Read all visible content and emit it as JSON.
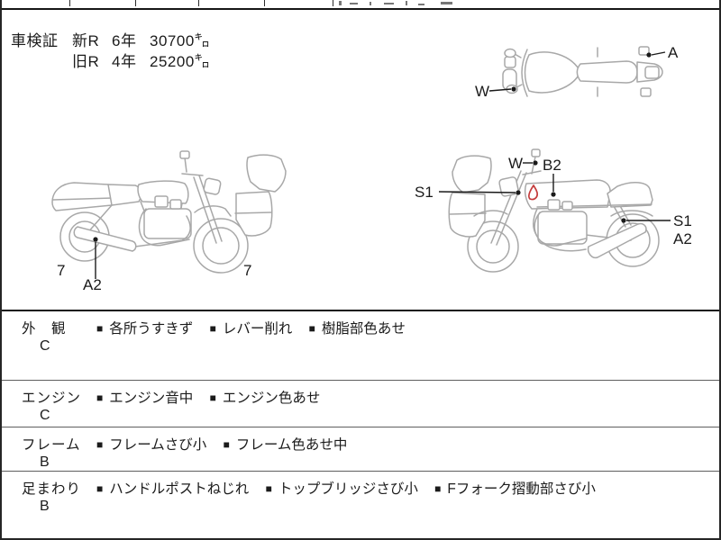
{
  "vehicle_cert": {
    "label": "車検証",
    "rows": [
      {
        "reg": "新R",
        "years": "6年",
        "mileage": "30700㌔"
      },
      {
        "reg": "旧R",
        "years": "4年",
        "mileage": "25200㌔"
      }
    ]
  },
  "diagram_labels": {
    "top_view": {
      "w": "W",
      "a": "A"
    },
    "left_view": {
      "rear_grade": "7",
      "a2": "A2",
      "front_grade": "7"
    },
    "right_view": {
      "s1_front": "S1",
      "w": "W",
      "b2": "B2",
      "s1_rear": "S1",
      "a2_rear": "A2"
    }
  },
  "marks": {
    "red_paint_color": "#c43b3b"
  },
  "condition_table": {
    "bullet": "■",
    "rows": [
      {
        "category": "外　観",
        "grade": "C",
        "notes": [
          "各所うすきず",
          "レバー削れ",
          "樹脂部色あせ"
        ]
      },
      {
        "category": "エンジン",
        "grade": "C",
        "notes": [
          "エンジン音中",
          "エンジン色あせ"
        ]
      },
      {
        "category": "フレーム",
        "grade": "B",
        "notes": [
          "フレームさび小",
          "フレーム色あせ中"
        ]
      },
      {
        "category": "足まわり",
        "grade": "B",
        "notes": [
          "ハンドルポストねじれ",
          "トップブリッジさび小",
          "Fフォーク摺動部さび小"
        ]
      }
    ]
  }
}
